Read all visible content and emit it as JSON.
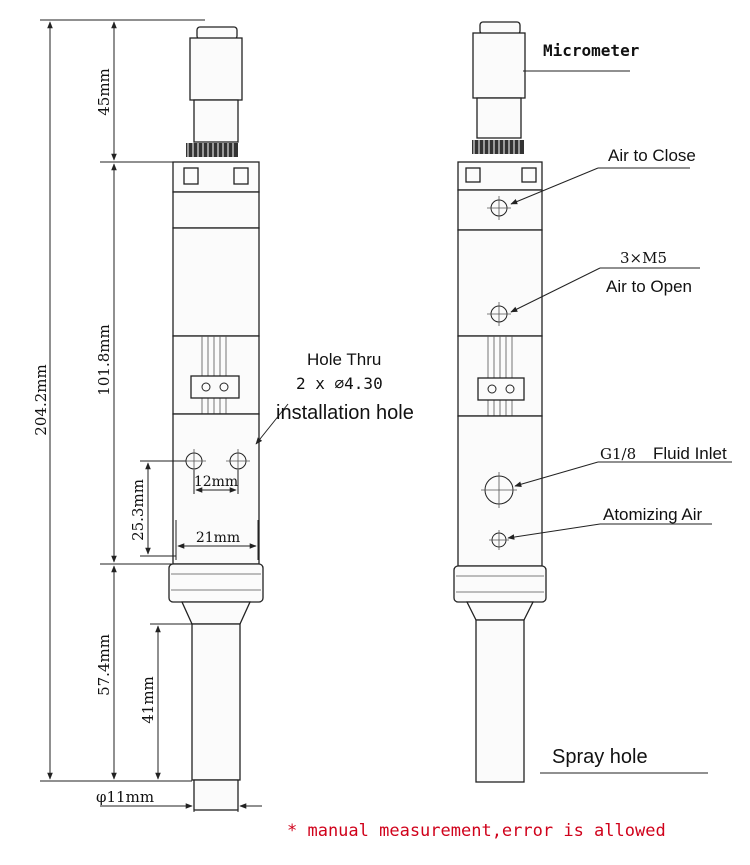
{
  "dimensions": {
    "total_height": "204.2mm",
    "micrometer_height": "45mm",
    "body_height": "101.8mm",
    "lower_block_height": "25.3mm",
    "nozzle_section": "57.4mm",
    "nozzle_length": "41mm",
    "hole_spacing": "12mm",
    "block_width": "21mm",
    "nozzle_diameter": "φ11mm"
  },
  "labels": {
    "hole_thru": "Hole Thru",
    "hole_spec": "2 x ⌀4.30",
    "installation_hole": "installation hole",
    "micrometer": "Micrometer",
    "air_to_close": "Air to Close",
    "thread_spec": "3×M5",
    "air_to_open": "Air to Open",
    "fluid_thread": "G1/8",
    "fluid_inlet": "Fluid Inlet",
    "atomizing_air": "Atomizing Air",
    "spray_hole": "Spray hole"
  },
  "note": "* manual measurement,error is allowed",
  "colors": {
    "line": "#222222",
    "note": "#d0021b"
  }
}
